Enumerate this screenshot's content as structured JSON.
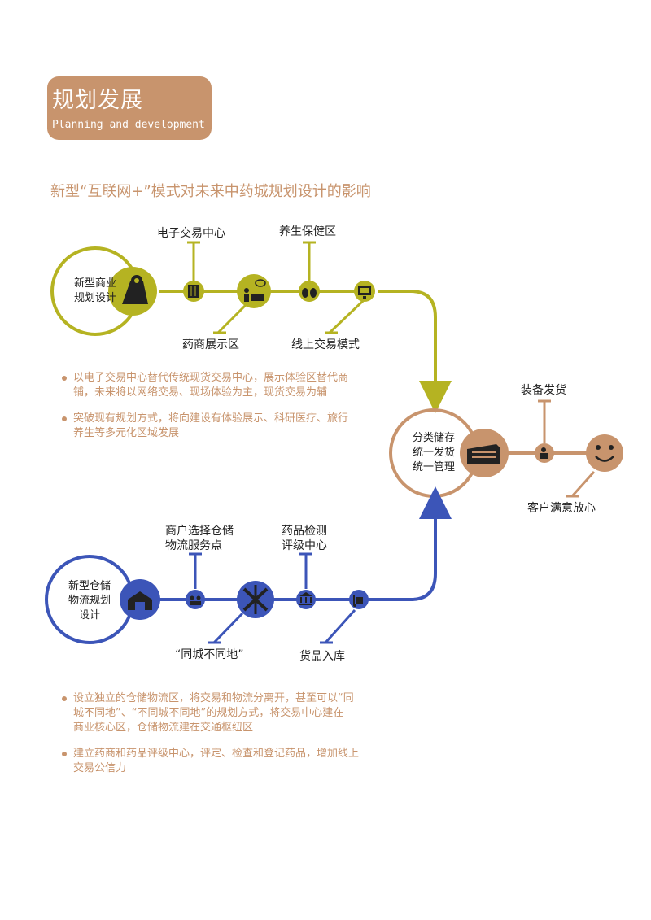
{
  "header": {
    "title": "规划发展",
    "subtitle": "Planning and development"
  },
  "section_title": "新型“互联网+”模式对未来中药城规划设计的影响",
  "flow_top": {
    "node_text": "新型商业规划设计",
    "node_lines": [
      "新型商业",
      "规划设计"
    ],
    "labels": {
      "e_trade": "电子交易中心",
      "health": "养生保健区",
      "showroom": "药商展示区",
      "online": "线上交易模式"
    }
  },
  "bullets_top": [
    {
      "lines": [
        "以电子交易中心替代传统现货交易中心，展示体验区替代商",
        "铺，未来将以网络交易、现场体验为主，现货交易为辅"
      ]
    },
    {
      "lines": [
        "突破现有规划方式，将向建设有体验展示、科研医疗、旅行",
        "养生等多元化区域发展"
      ]
    }
  ],
  "flow_right": {
    "node_lines": [
      "分类储存",
      "统一发货",
      "统一管理"
    ],
    "labels": {
      "ship": "装备发货",
      "satisfied": "客户满意放心"
    }
  },
  "flow_bottom": {
    "node_lines": [
      "新型仓储",
      "物流规划",
      "设计"
    ],
    "labels": {
      "merchant_lines": [
        "商户选择仓储",
        "物流服务点"
      ],
      "inspect_lines": [
        "药品检测",
        "评级中心"
      ],
      "same_city": "“同城不同地”",
      "storage": "货品入库"
    }
  },
  "bullets_bottom": [
    {
      "lines": [
        "设立独立的仓储物流区，将交易和物流分离开，甚至可以“同",
        "城不同地”、“不同城不同地”的规划方式，将交易中心建在",
        "商业核心区，仓储物流建在交通枢纽区"
      ]
    },
    {
      "lines": [
        "建立药商和药品评级中心，评定、检查和登记药品，增加线上",
        "交易公信力"
      ]
    }
  ],
  "colors": {
    "olive": "#b5b322",
    "brown": "#c8946d",
    "blue": "#3c55b8",
    "dark": "#222222"
  }
}
